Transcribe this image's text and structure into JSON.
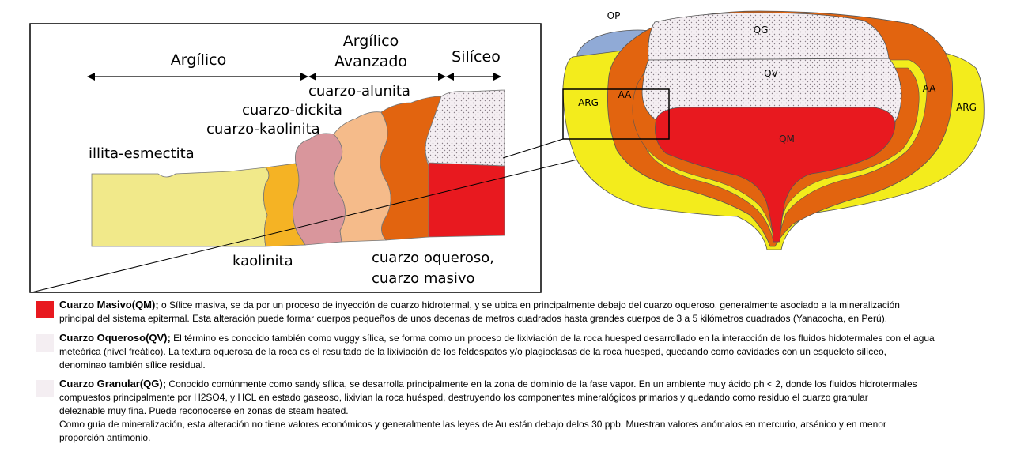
{
  "diagram": {
    "section_headers": {
      "arg": "Argílico",
      "aa_line1": "Argílico",
      "aa_line2": "Avanzado",
      "sil": "Silíceo"
    },
    "zone_labels": {
      "qz_alunita": "cuarzo-alunita",
      "qz_dickita": "cuarzo-dickita",
      "qz_kaolinita": "cuarzo-kaolinita",
      "illita": "illita-esmectita",
      "kaolinita": "kaolinita",
      "oqueroso": "cuarzo oqueroso,",
      "masivo": "cuarzo masivo"
    },
    "cross_section_labels": {
      "op": "OP",
      "qg": "QG",
      "qv": "QV",
      "qm": "QM",
      "aa_left": "AA",
      "aa_right": "AA",
      "arg_left": "ARG",
      "arg_right": "ARG"
    },
    "colors": {
      "massive_red": "#e8191f",
      "advanced_orange": "#e2640f",
      "argillic_yellow": "#f3ec1c",
      "op_blue": "#90aad6",
      "kaolinite_gold": "#f5b324",
      "dickite_peach": "#f5bb8a",
      "alunite_pink": "#d9969c",
      "illite_yellow": "#f1e98a",
      "vuggy_stipple": "#f4eef2"
    }
  },
  "legend": [
    {
      "name": "Cuarzo Masivo(QM);",
      "swatch": "#e8191f",
      "lines": [
        " o Sílice masiva, se da por un proceso de inyección de cuarzo hidrotermal, y se ubica en principalmente debajo del cuarzo oqueroso, generalmente asociado a la  mineralización",
        "principal del sistema epitermal. Esta alteración puede formar cuerpos pequeños de unos decenas de metros cuadrados hasta grandes cuerpos de 3 a 5 kilómetros cuadrados (Yanacocha, en Perú)."
      ]
    },
    {
      "name": "Cuarzo Oqueroso(QV);",
      "swatch": "#f4eef2",
      "lines": [
        " El término es conocido también como vuggy sílica, se forma como un proceso de lixiviación de la roca huesped desarrollado en la interacción de los  fluidos hidotermales con el agua",
        "meteórica (nivel freático). La textura oquerosa de la roca es el resultado de la lixiviación de los feldespatos y/o plagioclasas de la roca huesped, quedando como cavidades con un esqueleto silíceo,",
        "denominao también sílice residual."
      ]
    },
    {
      "name": "Cuarzo Granular(QG);",
      "swatch": "#f4eef2",
      "lines": [
        " Conocido comúnmente como sandy sílica, se desarrolla principalmente en la zona de dominio de la fase vapor. En un ambiente muy ácido ph < 2, donde los fluidos hidrotermales",
        "compuestos principalmente por H2SO4, y HCL en estado gaseoso, lixivian la roca huésped, destruyendo los componentes mineralógicos primarios y quedando como residuo el cuarzo granular",
        "deleznable muy fina. Puede reconocerse en zonas de steam heated.",
        "Como guía de mineralización, esta alteración no tiene valores económicos y generalmente las leyes de Au están debajo delos 30 ppb. Muestran valores anómalos en mercurio, arsénico y en menor",
        "proporción antimonio."
      ]
    }
  ]
}
